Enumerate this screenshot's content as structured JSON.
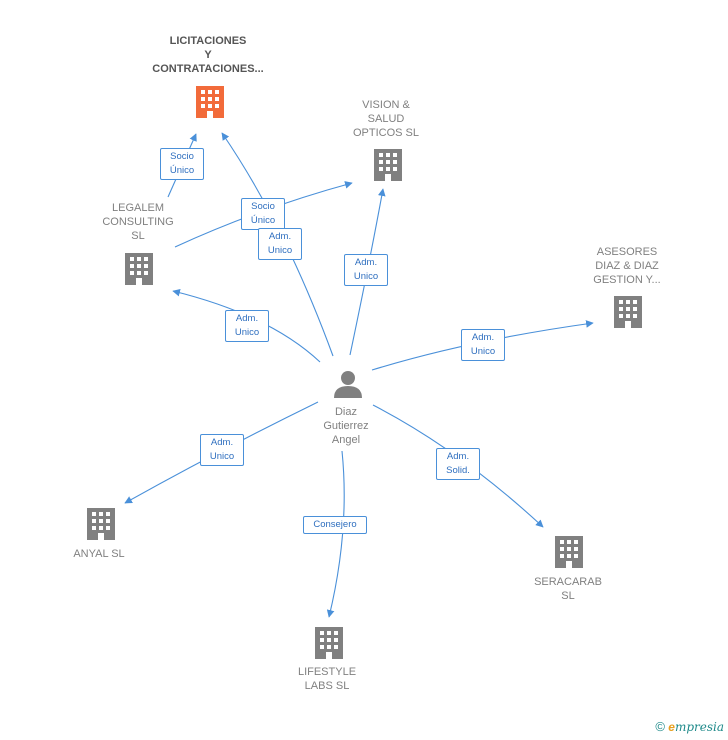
{
  "colors": {
    "edge": "#4a90d9",
    "building": "#808080",
    "highlight": "#f26b3a",
    "person": "#808080"
  },
  "center_person": {
    "name": "Diaz\nGutierrez\nAngel",
    "icon": "person-icon"
  },
  "companies": {
    "licitaciones": {
      "name": "LICITACIONES\nY\nCONTRATACIONES...",
      "icon": "building-icon",
      "highlighted": true
    },
    "vision": {
      "name": "VISION &\nSALUD\nOPTICOS  SL",
      "icon": "building-icon"
    },
    "legalem": {
      "name": "LEGALEM\nCONSULTING\nSL",
      "icon": "building-icon"
    },
    "asesores": {
      "name": "ASESORES\nDIAZ & DIAZ\nGESTION Y...",
      "icon": "building-icon"
    },
    "anyal": {
      "name": "ANYAL SL",
      "icon": "building-icon"
    },
    "lifestyle": {
      "name": "LIFESTYLE\nLABS  SL",
      "icon": "building-icon"
    },
    "seracarab": {
      "name": "SERACARAB\nSL",
      "icon": "building-icon"
    }
  },
  "edges": {
    "legalem_licitaciones": "Socio\nÚnico",
    "legalem_vision": "Socio\nÚnico",
    "person_licitaciones": "Adm.\nUnico",
    "person_vision": "Adm.\nUnico",
    "person_legalem": "Adm.\nUnico",
    "person_asesores": "Adm.\nUnico",
    "person_anyal": "Adm.\nUnico",
    "person_lifestyle": "Consejero",
    "person_seracarab": "Adm.\nSolid."
  },
  "footer": {
    "copyright": "©",
    "brand_first": "e",
    "brand_rest": "mpresia"
  }
}
